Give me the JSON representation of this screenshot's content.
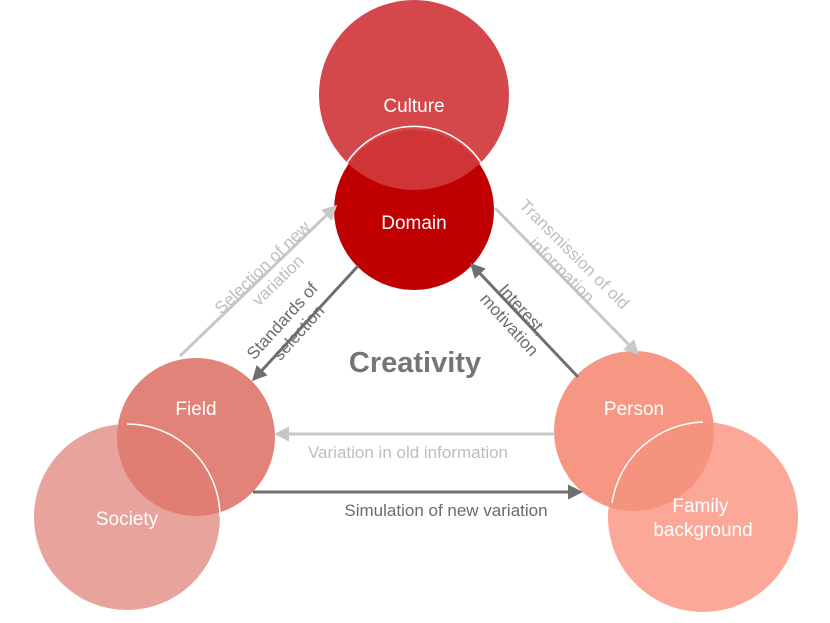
{
  "colors": {
    "culture": "#d0383c",
    "domain": "#c00000",
    "field": "#df7c72",
    "society": "#e8a39d",
    "person": "#f6917d",
    "family_background": "#fba898",
    "gray_arrow": "#c7c7c7",
    "dark_arrow": "#6f6f6f"
  },
  "center": {
    "label": "Creativity"
  },
  "nodes": {
    "culture": "Culture",
    "domain": "Domain",
    "field": "Field",
    "society": "Society",
    "person": "Person",
    "family_background": [
      "Family",
      "background"
    ]
  },
  "edges": {
    "selection_of_new_variation": [
      "Selection of new",
      "variation"
    ],
    "standards_of_selection": [
      "Standards of",
      "selection"
    ],
    "transmission_of_old_information": [
      "Transmission of old",
      "information"
    ],
    "interest_motivation": [
      "Interest,",
      "motivation"
    ],
    "variation_in_old_information": "Variation in old information",
    "simulation_of_new_variation": "Simulation of new variation"
  }
}
